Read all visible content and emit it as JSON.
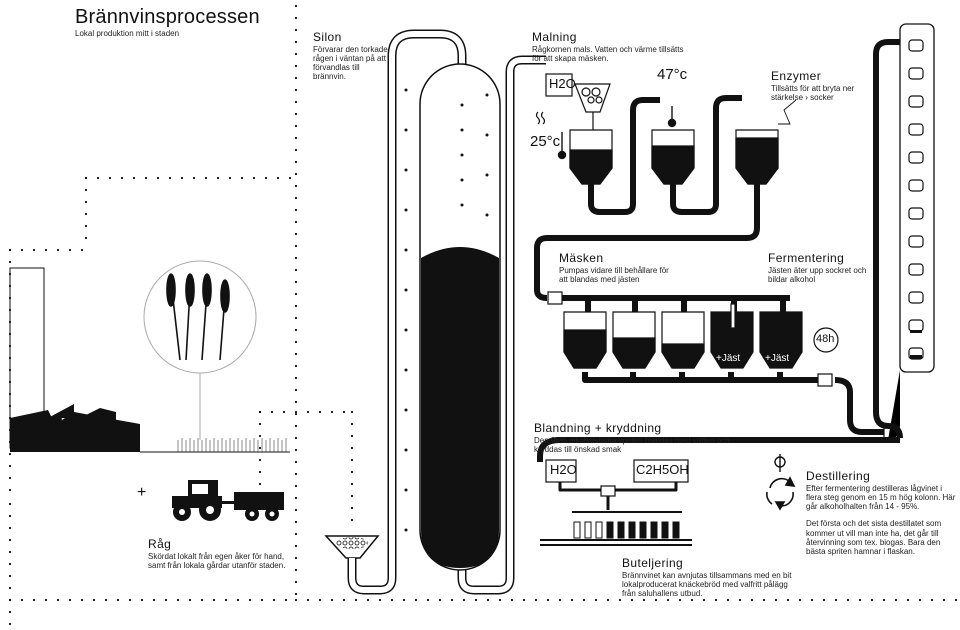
{
  "header": {
    "title": "Brännvinsprocessen",
    "subtitle": "Lokal produktion mitt i staden"
  },
  "rag": {
    "title": "Råg",
    "text": "Skördat lokalt från egen åker för hand, samt från lokala gårdar utanför staden."
  },
  "plus": "+",
  "silon": {
    "title": "Silon",
    "text": "Förvarar den torkade rågen i väntan på att förvandlas till brännvin."
  },
  "malning": {
    "title": "Malning",
    "text": "Rågkornen mals. Vatten och värme tillsätts för att skapa mäsken."
  },
  "enzymer": {
    "title": "Enzymer",
    "text": "Tillsätts för att bryta ner stärkelse › socker"
  },
  "masken": {
    "title": "Mäsken",
    "text": "Pumpas vidare till behållare för att blandas med jästen"
  },
  "fermentering": {
    "title": "Fermentering",
    "text": "Jästen äter upp sockret och bildar alkohol"
  },
  "blandning": {
    "title": "Blandning + kryddning",
    "text": "Den 95% alkoholstarka spriten blandas med vatten och kryddas till önskad smak"
  },
  "destillering": {
    "title": "Destillering",
    "text": "Efter fermentering destilleras lågvinet i flera steg genom en 15 m hög kolonn. Här går alkoholhalten från 14 - 95%.",
    "text2": "Det första och det sista destillatet som kommer ut vill man inte ha, det går till återvinning som tex. biogas. Bara den bästa spriten hamnar i flaskan."
  },
  "buteljering": {
    "title": "Buteljering",
    "text": "Brännvinet kan avnjutas tillsammans med en bit lokalproducerat knäckebröd med valfritt pålägg från saluhallens utbud."
  },
  "labels": {
    "water": "H2O",
    "ethanol": "C2H5OH",
    "temp_low": "25°c",
    "temp_high": "47°c",
    "jast": "+Jäst",
    "hours": "48h"
  },
  "icons": [
    "grain-icon",
    "factory-icon",
    "tractor-icon",
    "thermometer-icon",
    "heat-icon",
    "recycle-icon",
    "bottle-icon",
    "valve-icon"
  ],
  "colors": {
    "ink": "#111111",
    "background": "#ffffff"
  }
}
